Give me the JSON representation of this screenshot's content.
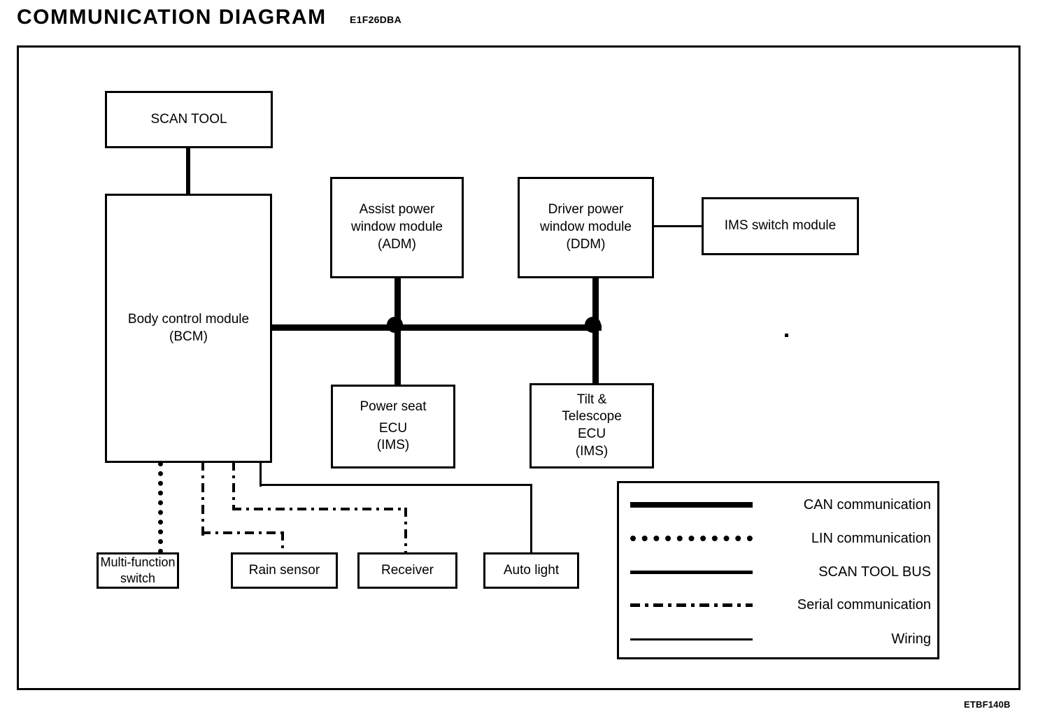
{
  "header": {
    "title": "COMMUNICATION DIAGRAM",
    "code": "E1F26DBA"
  },
  "footer": {
    "code": "ETBF140B"
  },
  "nodes": {
    "scan_tool": {
      "line1": "SCAN TOOL"
    },
    "bcm": {
      "line1": "Body control module",
      "line2": "(BCM)"
    },
    "adm": {
      "line1": "Assist power",
      "line2": "window module",
      "line3": "(ADM)"
    },
    "ddm": {
      "line1": "Driver power",
      "line2": "window module",
      "line3": "(DDM)"
    },
    "ims_switch": {
      "line1": "IMS switch module"
    },
    "power_seat": {
      "line1": "Power seat",
      "line2": "ECU",
      "line3": "(IMS)"
    },
    "tilt_telescope": {
      "line1": "Tilt &",
      "line2": "Telescope",
      "line3": "ECU",
      "line4": "(IMS)"
    },
    "multi_function_switch": {
      "line1": "Multi-function",
      "line2": "switch"
    },
    "rain_sensor": {
      "line1": "Rain sensor"
    },
    "receiver": {
      "line1": "Receiver"
    },
    "auto_light": {
      "line1": "Auto light"
    }
  },
  "legend": {
    "items": [
      {
        "style": "can",
        "label": "CAN communication"
      },
      {
        "style": "lin",
        "label": "LIN communication"
      },
      {
        "style": "scan",
        "label": "SCAN TOOL BUS"
      },
      {
        "style": "ser",
        "label": "Serial communication"
      },
      {
        "style": "wire",
        "label": "Wiring"
      }
    ]
  },
  "colors": {
    "ink": "#000000",
    "paper": "#ffffff"
  }
}
